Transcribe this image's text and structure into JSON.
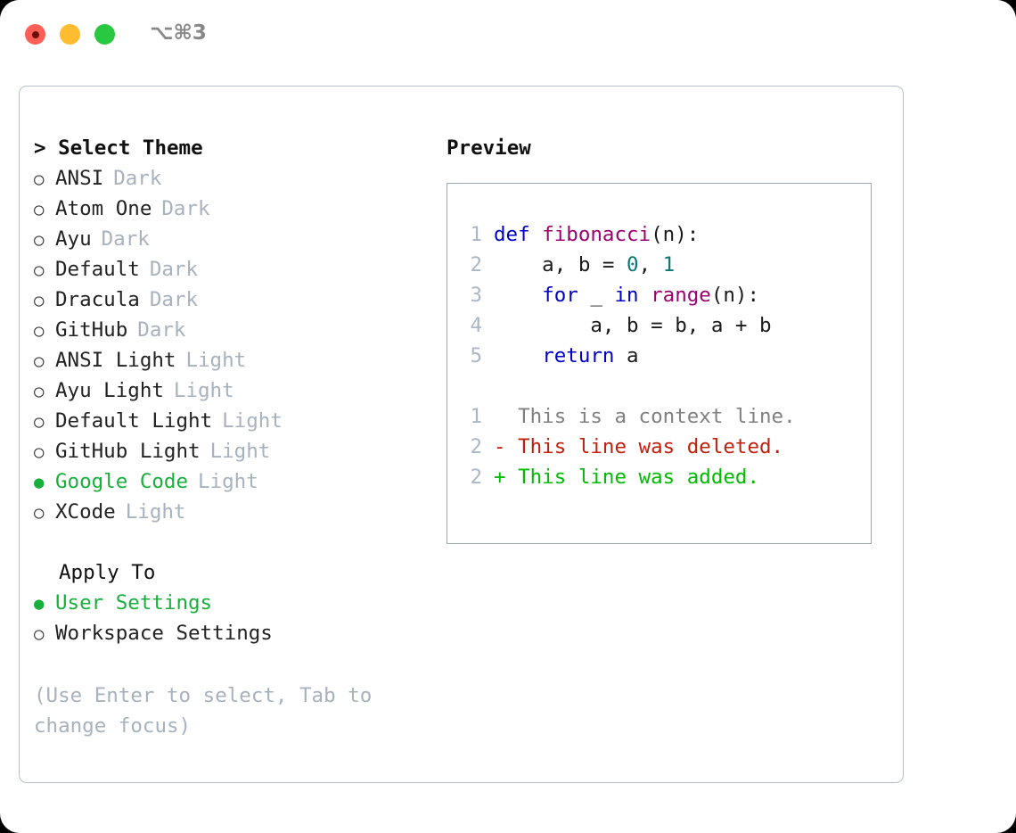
{
  "titlebar": {
    "shortcut": "⌥⌘3",
    "buttons": {
      "close": "close",
      "minimize": "minimize",
      "maximize": "maximize"
    }
  },
  "theme_panel": {
    "heading": "> Select Theme",
    "marker_unselected": "○",
    "marker_selected": "●",
    "items": [
      {
        "name": "ANSI",
        "kind": "Dark",
        "selected": false
      },
      {
        "name": "Atom One",
        "kind": "Dark",
        "selected": false
      },
      {
        "name": "Ayu",
        "kind": "Dark",
        "selected": false
      },
      {
        "name": "Default",
        "kind": "Dark",
        "selected": false
      },
      {
        "name": "Dracula",
        "kind": "Dark",
        "selected": false
      },
      {
        "name": "GitHub",
        "kind": "Dark",
        "selected": false
      },
      {
        "name": "ANSI Light",
        "kind": "Light",
        "selected": false
      },
      {
        "name": "Ayu Light",
        "kind": "Light",
        "selected": false
      },
      {
        "name": "Default Light",
        "kind": "Light",
        "selected": false
      },
      {
        "name": "GitHub Light",
        "kind": "Light",
        "selected": false
      },
      {
        "name": "Google Code",
        "kind": "Light",
        "selected": true
      },
      {
        "name": "XCode",
        "kind": "Light",
        "selected": false
      }
    ]
  },
  "apply_to": {
    "heading": "Apply To",
    "options": [
      {
        "name": "User Settings",
        "selected": true
      },
      {
        "name": "Workspace Settings",
        "selected": false
      }
    ]
  },
  "hint": "(Use Enter to select, Tab to change focus)",
  "preview": {
    "heading": "Preview",
    "code_lines": [
      {
        "number": "1",
        "tokens": [
          {
            "text": "def ",
            "type": "kw"
          },
          {
            "text": "fibonacci",
            "type": "fn"
          },
          {
            "text": "(n):",
            "type": "pl"
          }
        ]
      },
      {
        "number": "2",
        "tokens": [
          {
            "text": "    a, b = ",
            "type": "pl"
          },
          {
            "text": "0",
            "type": "num"
          },
          {
            "text": ", ",
            "type": "pl"
          },
          {
            "text": "1",
            "type": "num"
          }
        ]
      },
      {
        "number": "3",
        "tokens": [
          {
            "text": "    ",
            "type": "pl"
          },
          {
            "text": "for ",
            "type": "kw"
          },
          {
            "text": "_ ",
            "type": "pl"
          },
          {
            "text": "in ",
            "type": "kw"
          },
          {
            "text": "range",
            "type": "fn"
          },
          {
            "text": "(n):",
            "type": "pl"
          }
        ]
      },
      {
        "number": "4",
        "tokens": [
          {
            "text": "        a, b = b, a + b",
            "type": "pl"
          }
        ]
      },
      {
        "number": "5",
        "tokens": [
          {
            "text": "    ",
            "type": "pl"
          },
          {
            "text": "return",
            "type": "kw"
          },
          {
            "text": " a",
            "type": "pl"
          }
        ]
      }
    ],
    "diff_lines": [
      {
        "number": "1",
        "marker": " ",
        "text": "This is a context line.",
        "kind": "context"
      },
      {
        "number": "2",
        "marker": "-",
        "text": "This line was deleted.",
        "kind": "deleted"
      },
      {
        "number": "2",
        "marker": "+",
        "text": "This line was added.",
        "kind": "added"
      }
    ]
  },
  "colors": {
    "selected_green": "#1aaf3c",
    "muted_label": "#a8b1be",
    "keyword_blue": "#0000c4",
    "function_purple": "#9c0070",
    "number_teal": "#0b7a75",
    "diff_deleted_red": "#c0200c",
    "diff_added_green": "#00bb00",
    "diff_context_gray": "#808080",
    "panel_border": "#9aa7b8",
    "card_border": "#b6bfcd"
  }
}
